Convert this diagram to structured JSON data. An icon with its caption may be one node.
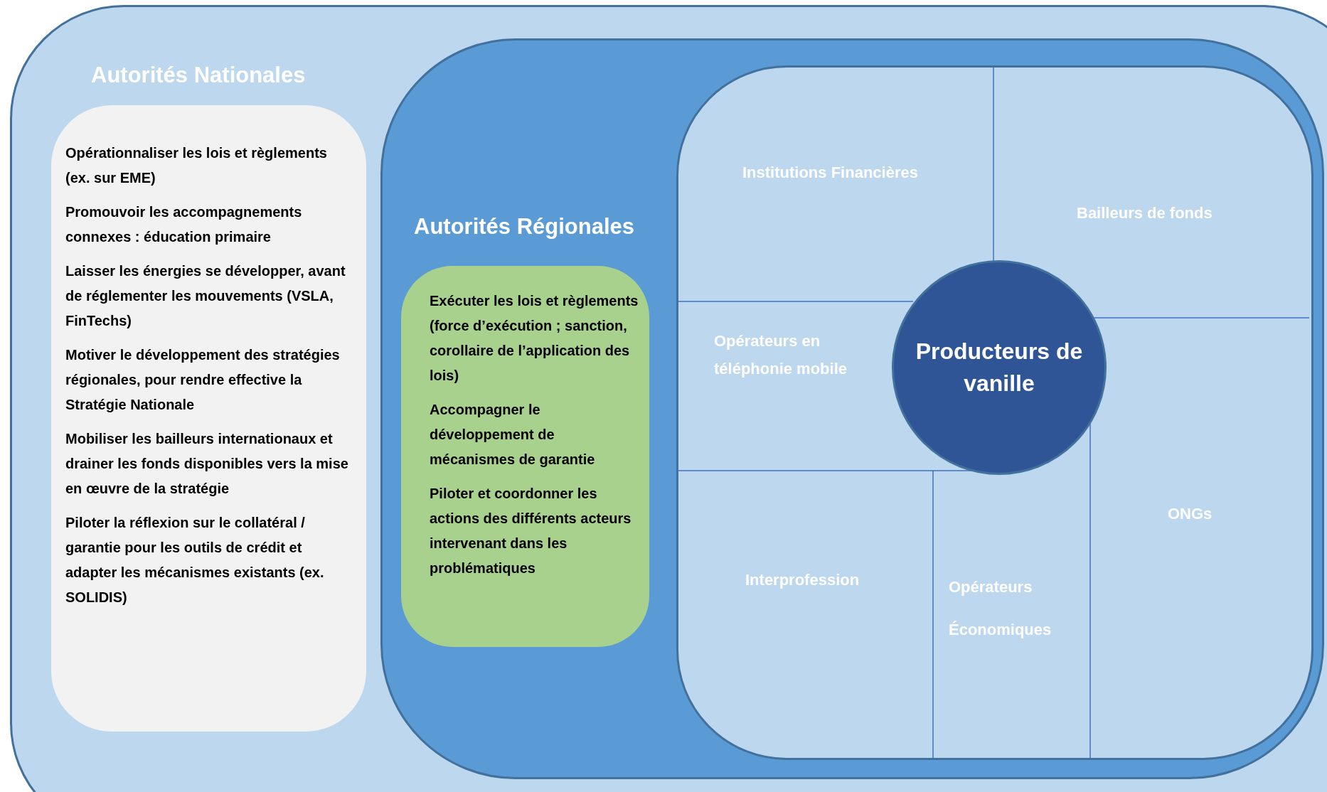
{
  "diagram": {
    "nodes": [
      {
        "text": [
          "Autorités Nationales"
        ]
      },
      {
        "text": [
          "Opérationnaliser les lois et règlements (ex. sur EME)",
          "Promouvoir les accompagnements connexes : éducation primaire",
          "Laisser les énergies se développer, avant de réglementer les mouvements (VSLA, FinTechs)",
          "Motiver le développement des stratégies régionales, pour rendre effective la Stratégie Nationale",
          "Mobiliser les bailleurs internationaux et drainer les fonds disponibles vers la mise en œuvre de la stratégie",
          "Piloter la réflexion sur le collatéral / garantie pour les outils de crédit et adapter les mécanismes existants (ex. SOLIDIS)"
        ],
        "in": 0
      },
      {
        "text": [
          "Autorités Régionales"
        ],
        "in": 0
      },
      {
        "text": [
          "Exécuter les lois et règlements (force d’exécution ; sanction, corollaire de l’application des lois)",
          "Accompagner le développement de mécanismes de garantie",
          "Piloter et coordonner les actions des différents acteurs intervenant dans les problématiques"
        ],
        "in": 2
      },
      {
        "text": [],
        "shape": "box",
        "in": 2
      },
      {
        "text": [
          "Institutions Financières"
        ],
        "in": 4
      },
      {
        "text": [
          "Bailleurs de fonds"
        ],
        "in": 4
      },
      {
        "text": [
          "Opérateurs en téléphonie mobile"
        ],
        "in": 4
      },
      {
        "text": [
          "Producteurs de vanille"
        ],
        "in": 4
      },
      {
        "text": [
          "ONGs"
        ],
        "in": 4
      },
      {
        "text": [
          "Interprofession"
        ],
        "in": 4
      },
      {
        "text": [
          "Opérateurs Économiques"
        ],
        "in": 4
      }
    ]
  }
}
